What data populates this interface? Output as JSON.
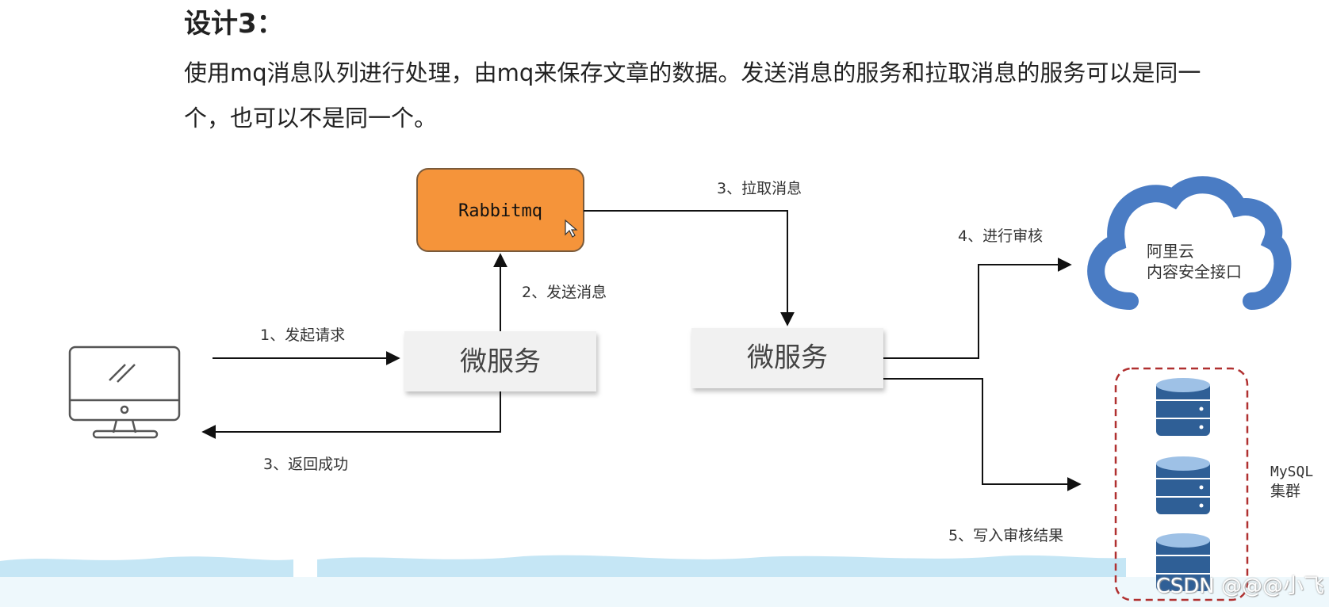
{
  "heading": "设计3：",
  "description": "使用mq消息队列进行处理，由mq来保存文章的数据。发送消息的服务和拉取消息的服务可以是同一个，也可以不是同一个。",
  "nodes": {
    "mq": "Rabbitmq",
    "service_left": "微服务",
    "service_right": "微服务",
    "cloud_line1": "阿里云",
    "cloud_line2": "内容安全接口",
    "db_line1": "MySQL",
    "db_line2": "集群"
  },
  "edges": {
    "request": "1、发起请求",
    "send": "2、发送消息",
    "return_success": "3、返回成功",
    "pull": "3、拉取消息",
    "review": "4、进行审核",
    "write": "5、写入审核结果"
  },
  "watermark": "CSDN @@@小飞",
  "colors": {
    "mq_fill": "#f5943a",
    "cloud": "#4a7cc4",
    "db": "#2f5f96",
    "db_border": "#b03030",
    "water": "#c5e6f5"
  }
}
